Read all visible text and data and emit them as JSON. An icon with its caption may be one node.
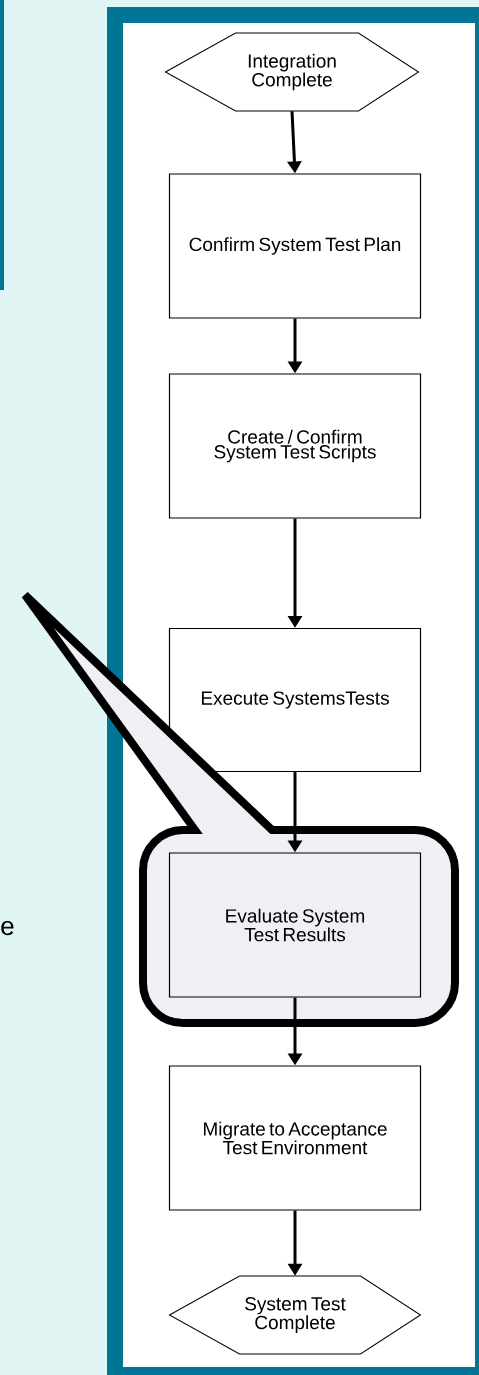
{
  "diagram": {
    "nodes": [
      {
        "text": [
          "Integration Complete"
        ]
      },
      {
        "text": [
          "Confirm System Test Plan"
        ]
      },
      {
        "text": [
          "Create / Confirm System Test Scripts"
        ]
      },
      {
        "text": [
          "Execute SystemsTests"
        ]
      },
      {
        "text": [
          "Evaluate System Test Results"
        ]
      },
      {
        "text": [
          "Migrate to Acceptance Test Environment"
        ]
      },
      {
        "text": [
          "System Test Complete"
        ]
      }
    ],
    "edges": [
      {
        "from": 0,
        "to": 1,
        "arrow": "to"
      },
      {
        "from": 1,
        "to": 2,
        "arrow": "to"
      },
      {
        "from": 2,
        "to": 3,
        "arrow": "to"
      },
      {
        "from": 3,
        "to": 4,
        "arrow": "to"
      },
      {
        "from": 4,
        "to": 5,
        "arrow": "to"
      },
      {
        "from": 5,
        "to": 6,
        "arrow": "to"
      }
    ],
    "labels": [
      "e"
    ]
  }
}
